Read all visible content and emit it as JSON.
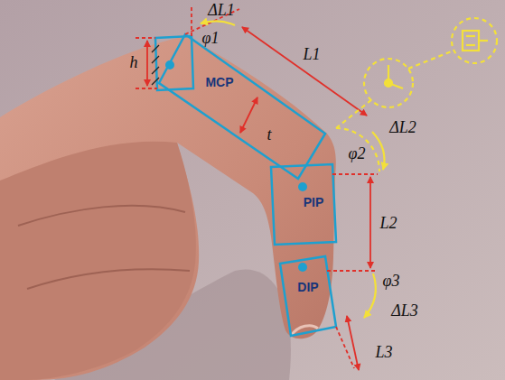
{
  "diagram": {
    "labels": [
      "ΔL1",
      "h",
      "φ1",
      "L1",
      "MCP",
      "t",
      "ΔL2",
      "φ2",
      "PIP",
      "L2",
      "DIP",
      "φ3",
      "ΔL3",
      "L3"
    ]
  }
}
